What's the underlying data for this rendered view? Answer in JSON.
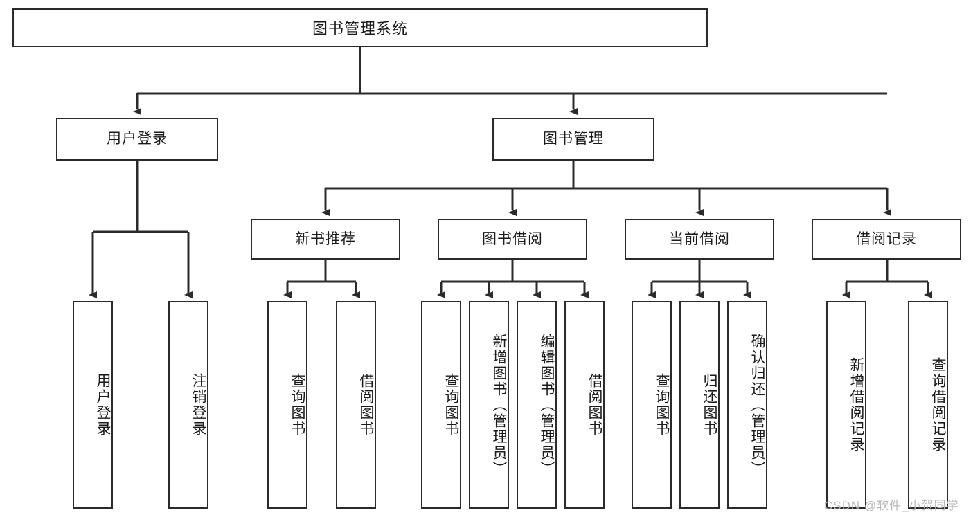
{
  "diagram": {
    "title": "图书管理系统",
    "type": "hierarchy-tree",
    "watermark": "CSDN @软件_小贺同学",
    "colors": {
      "stroke": "#2b2b2b",
      "fill": "#ffffff",
      "text": "#1a1a1a",
      "watermark": "#b9b9b9"
    },
    "levels": {
      "root": {
        "label": "图书管理系统"
      },
      "level1": [
        {
          "label": "用户登录"
        },
        {
          "label": "图书管理"
        }
      ],
      "level2": [
        {
          "label": "新书推荐"
        },
        {
          "label": "图书借阅"
        },
        {
          "label": "当前借阅"
        },
        {
          "label": "借阅记录"
        }
      ],
      "leaves": {
        "user_login": [
          {
            "label": "用户登录"
          },
          {
            "label": "注销登录"
          }
        ],
        "new_book": [
          {
            "label": "查询图书"
          },
          {
            "label": "借阅图书"
          }
        ],
        "borrow_book": [
          {
            "label": "查询图书"
          },
          {
            "label": "新增图书（管理员）"
          },
          {
            "label": "编辑图书（管理员）"
          },
          {
            "label": "借阅图书"
          }
        ],
        "current_borrow": [
          {
            "label": "查询图书"
          },
          {
            "label": "归还图书"
          },
          {
            "label": "确认归还（管理员）"
          }
        ],
        "borrow_record": [
          {
            "label": "新增借阅记录"
          },
          {
            "label": "查询借阅记录"
          }
        ]
      }
    }
  }
}
